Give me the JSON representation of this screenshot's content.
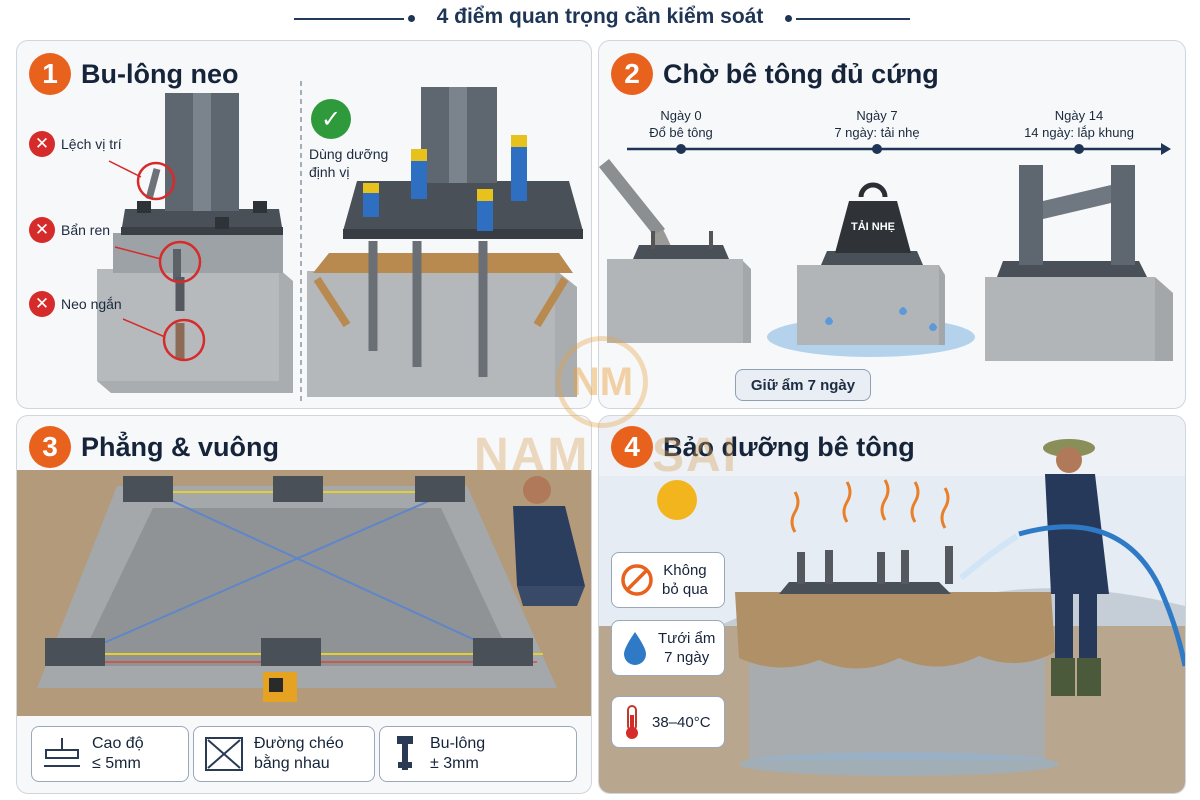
{
  "header": {
    "title": "4 điểm quan trọng cần kiểm soát"
  },
  "panel1": {
    "number": "1",
    "title": "Bu-lông neo",
    "errors": [
      "Lệch vị trí",
      "Bẩn ren",
      "Neo ngắn"
    ],
    "correct_label_line1": "Dùng dưỡng",
    "correct_label_line2": "định vị"
  },
  "panel2": {
    "number": "2",
    "title": "Chờ bê tông đủ cứng",
    "timeline": [
      {
        "day": "Ngày 0",
        "desc": "Đổ bê tông"
      },
      {
        "day": "Ngày 7",
        "desc": "7 ngày: tải nhẹ"
      },
      {
        "day": "Ngày 14",
        "desc": "14 ngày: lắp khung"
      }
    ],
    "weight_label": "TẢI NHẸ",
    "moist_label": "Giữ ẩm 7 ngày"
  },
  "panel3": {
    "number": "3",
    "title": "Phẳng & vuông",
    "specs": [
      {
        "line1": "Cao độ",
        "line2": "≤ 5mm",
        "icon": "level-icon"
      },
      {
        "line1": "Đường chéo",
        "line2": "bằng nhau",
        "icon": "diagonal-icon"
      },
      {
        "line1": "Bu-lông",
        "line2": "± 3mm",
        "icon": "bolt-icon"
      }
    ]
  },
  "panel4": {
    "number": "4",
    "title": "Bảo dưỡng bê tông",
    "notes": [
      {
        "line1": "Không",
        "line2": "bỏ qua",
        "icon": "no-entry-icon"
      },
      {
        "line1": "Tưới ẩm",
        "line2": "7 ngày",
        "icon": "water-drop-icon"
      },
      {
        "line1": "38–40°C",
        "line2": "",
        "icon": "thermometer-icon"
      }
    ]
  },
  "watermark": {
    "left": "NAM",
    "right": "SAI",
    "logo": "NM"
  },
  "colors": {
    "accent_orange": "#e8621d",
    "error_red": "#d62b2b",
    "ok_green": "#2f9a3c",
    "navy": "#1f3556"
  }
}
